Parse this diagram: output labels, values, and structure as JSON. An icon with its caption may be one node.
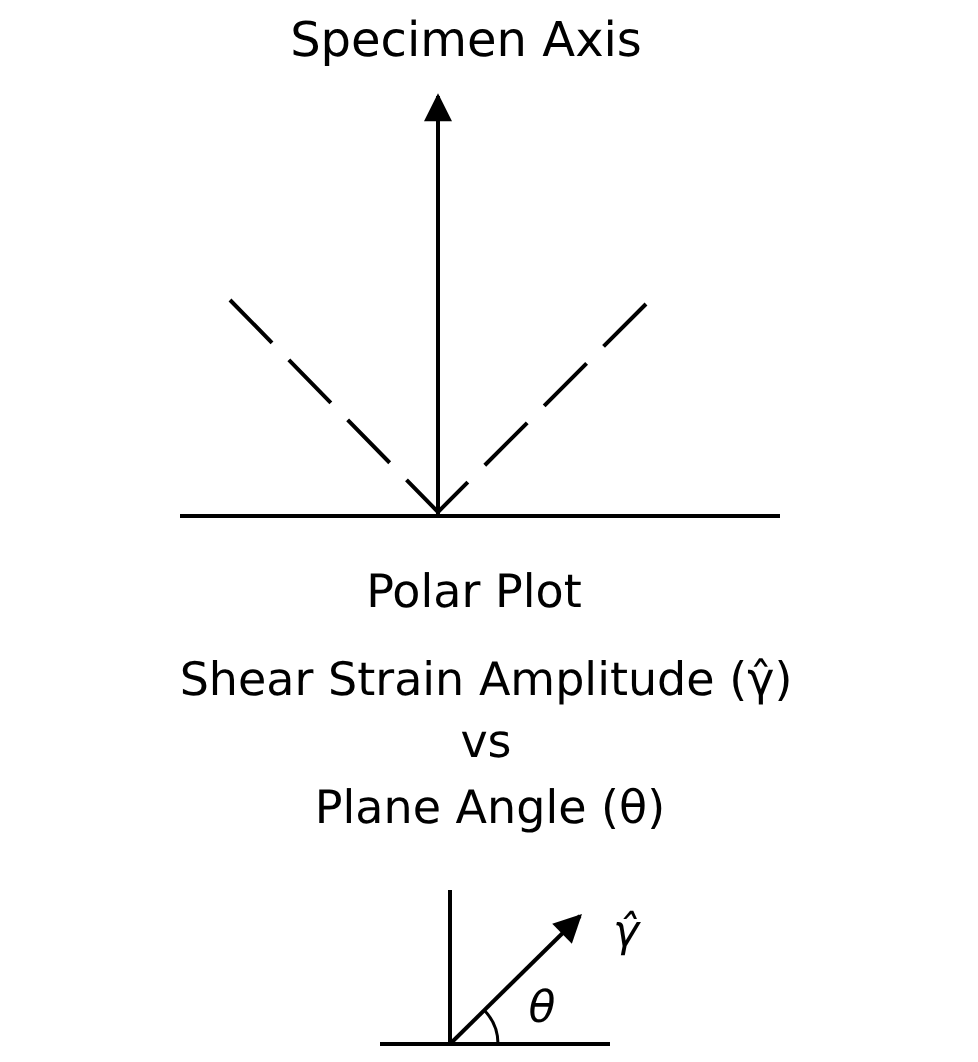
{
  "diagram": {
    "labels": [
      "Specimen Axis",
      "Polar Plot",
      "Shear Strain Amplitude (γ̂)",
      "vs",
      "Plane Angle (θ)",
      "γ̂",
      "θ"
    ]
  }
}
